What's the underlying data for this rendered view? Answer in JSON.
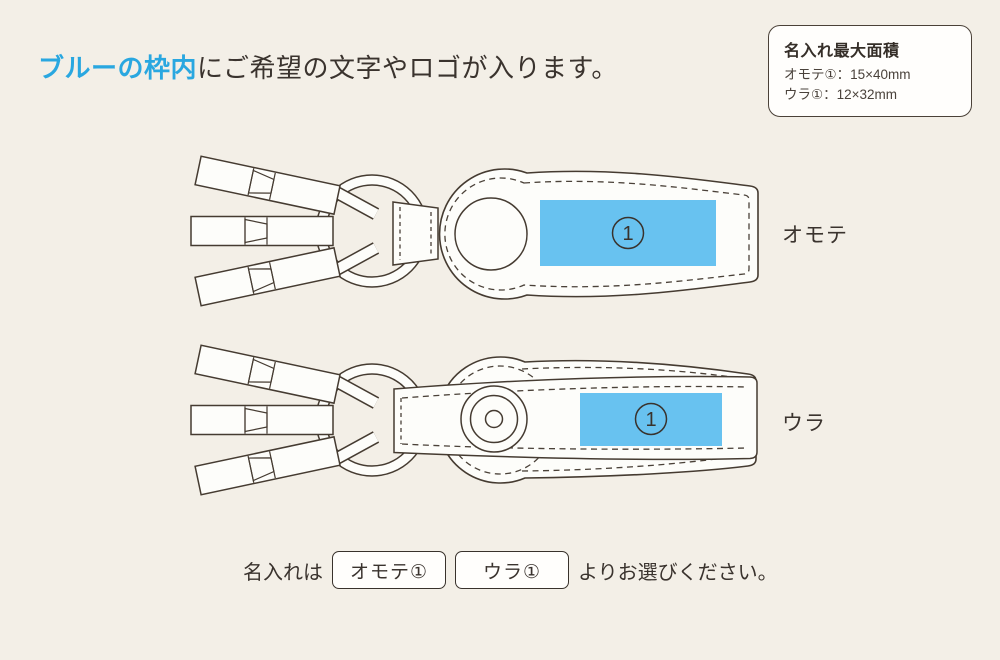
{
  "header": {
    "highlight": "ブルーの枠内",
    "rest": "にご希望の文字やロゴが入ります。"
  },
  "info_box": {
    "title": "名入れ最大面積",
    "lines": [
      "オモテ①：15×40mm",
      "ウラ①：12×32mm"
    ]
  },
  "diagram": {
    "front": {
      "label": "オモテ",
      "area_number": "1"
    },
    "back": {
      "label": "ウラ",
      "area_number": "1"
    }
  },
  "footer": {
    "prefix": "名入れは",
    "option1": "オモテ①",
    "option2": "ウラ①",
    "suffix": "よりお選びください。"
  },
  "colors": {
    "background": "#f3efe7",
    "accent_blue_text": "#29a7e0",
    "print_area_blue": "#68c2f0",
    "outline": "#453b31"
  }
}
